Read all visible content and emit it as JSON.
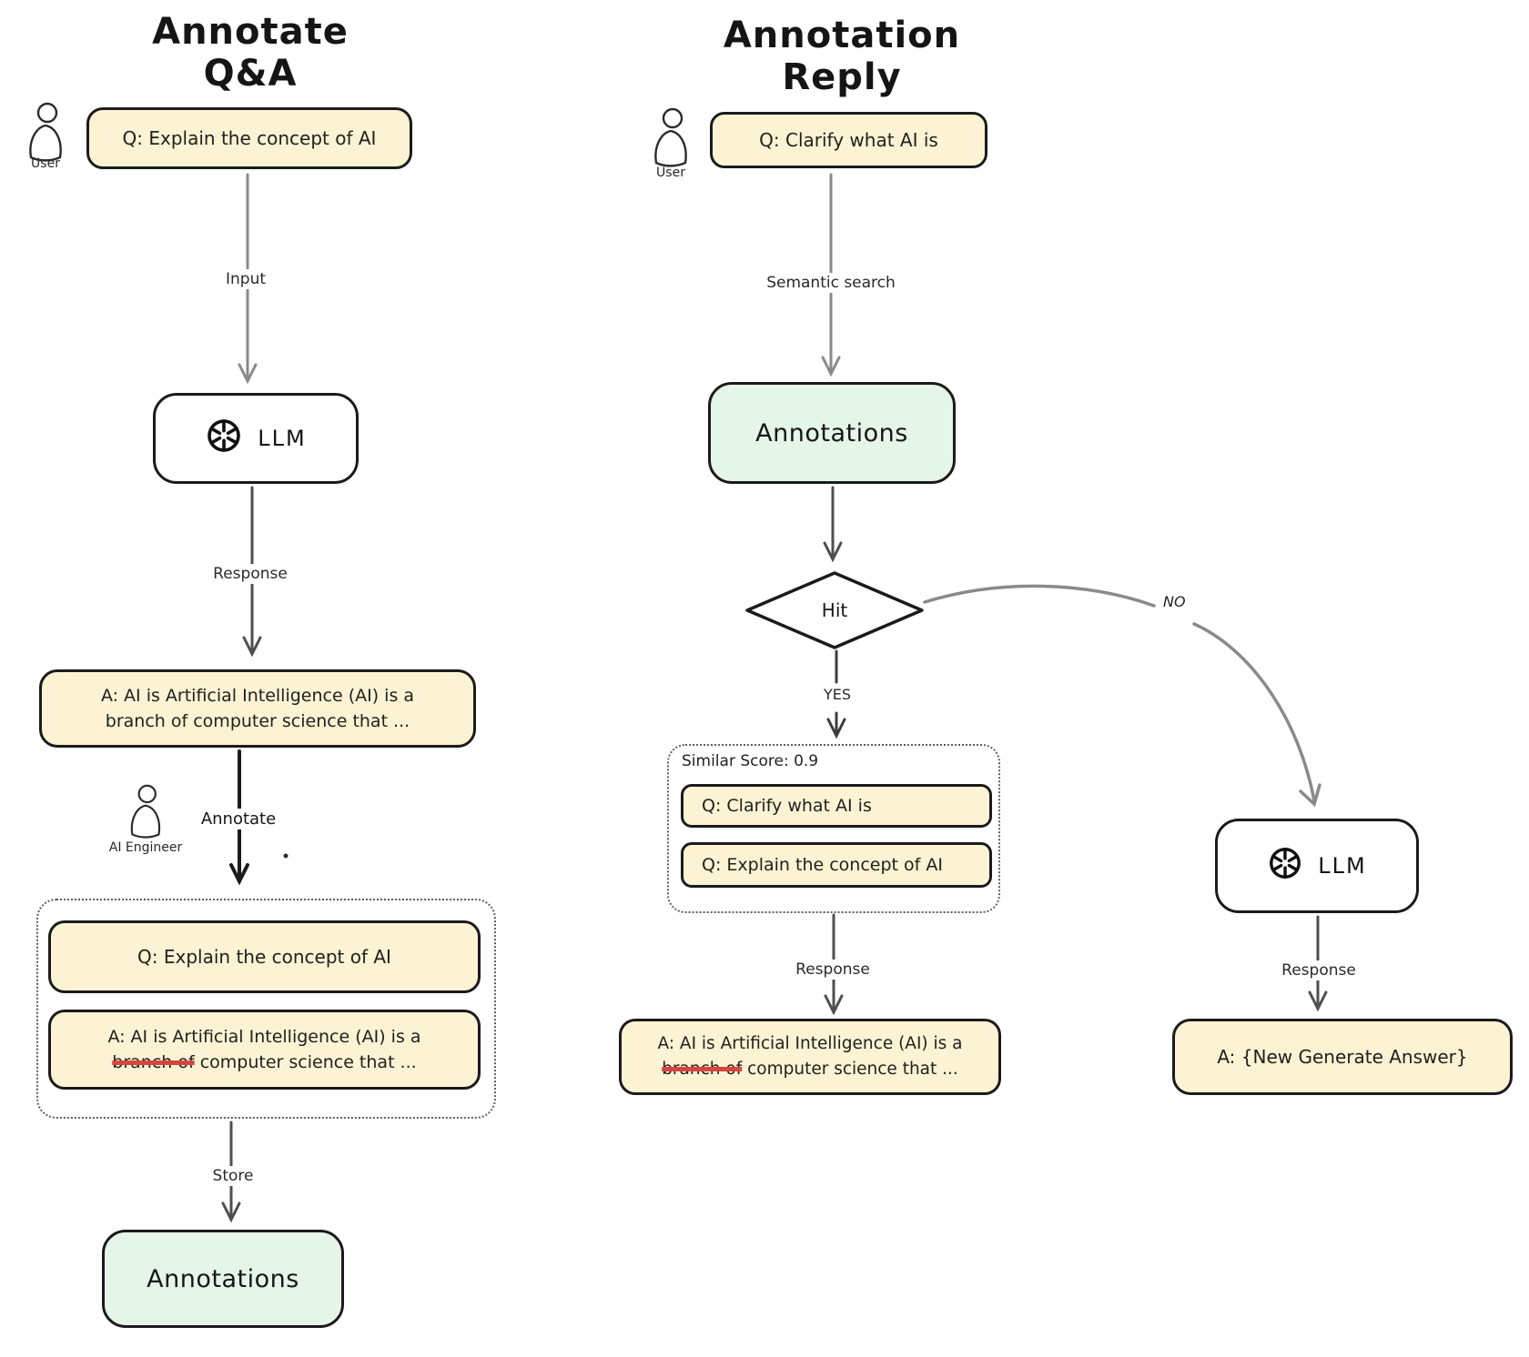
{
  "colors": {
    "box_yellow": "#FBF3D4",
    "box_green": "#E5F5E7",
    "stroke_dark": "#1b1b1b",
    "arrow_gray": "#8a8a8a",
    "strike_red": "#D64540"
  },
  "left_flow": {
    "title": "Annotate Q&A",
    "user_label": "User",
    "question": "Q: Explain the concept of AI",
    "input_label": "Input",
    "llm_label": "LLM",
    "response_label": "Response",
    "answer_line1": "A: AI is Artificial Intelligence (AI) is a",
    "answer_line2": "branch of computer science that ...",
    "engineer_label": "AI Engineer",
    "annotate_label": "Annotate",
    "annotated_question": "Q: Explain the concept of AI",
    "annotated_answer_line1": "A: AI is Artificial Intelligence (AI) is a",
    "annotated_answer_struck": "branch of",
    "annotated_answer_rest": " computer science that ...",
    "store_label": "Store",
    "annotations_label": "Annotations"
  },
  "right_flow": {
    "title": "Annotation Reply",
    "user_label": "User",
    "question": "Q: Clarify what AI is",
    "semantic_search_label": "Semantic search",
    "annotations_label": "Annotations",
    "hit_label": "Hit",
    "yes_label": "YES",
    "no_label": "NO",
    "similar_score_label": "Similar Score: 0.9",
    "matched_question_1": "Q: Clarify what AI is",
    "matched_question_2": "Q: Explain the concept of AI",
    "response_label": "Response",
    "answer_line1": "A: AI is Artificial Intelligence (AI) is a",
    "answer_struck": "branch of",
    "answer_rest": " computer science that ...",
    "llm_label": "LLM",
    "llm_response_label": "Response",
    "new_answer": "A: {New Generate Answer}"
  }
}
